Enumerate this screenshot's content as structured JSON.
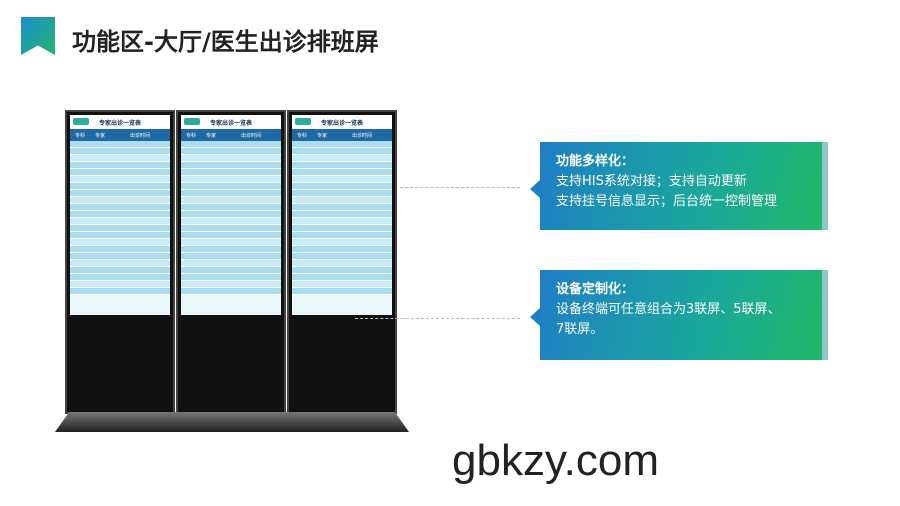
{
  "header": {
    "title": "功能区-大厅/医生出诊排班屏",
    "logo_icon": "bookmark-icon"
  },
  "screens": {
    "heading": "专家出诊一览表",
    "col_dept": "专科",
    "col_doctor": "专家",
    "col_time": "出诊时间",
    "count": 3
  },
  "features": [
    {
      "title": "功能多样化：",
      "lines": [
        "支持HIS系统对接；支持自动更新",
        "支持挂号信息显示；后台统一控制管理"
      ]
    },
    {
      "title": "设备定制化：",
      "lines": [
        "设备终端可任意组合为3联屏、5联屏、",
        "7联屏。"
      ]
    }
  ],
  "footer": {
    "watermark": "gbkzy.com"
  },
  "colors": {
    "gradient_start": "#1f7fc6",
    "gradient_end": "#21b866"
  }
}
